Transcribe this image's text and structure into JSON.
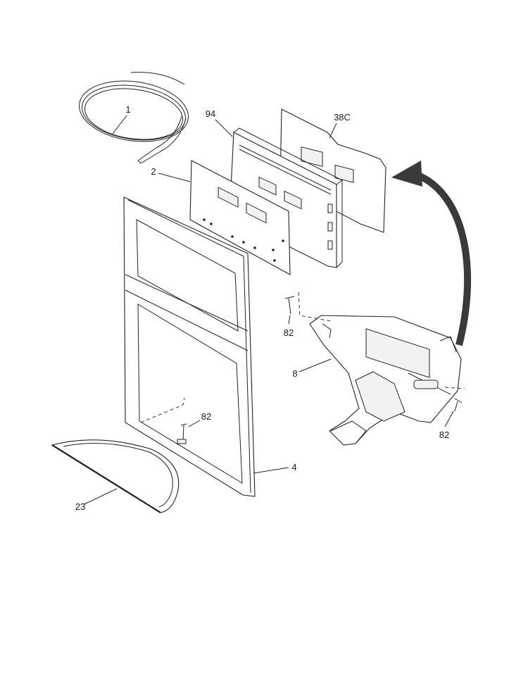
{
  "labels": {
    "tubing": "1",
    "overlay": "2",
    "control_board": "94",
    "board_cover": "38C",
    "screw_top": "82",
    "dispenser_housing": "8",
    "screw_right": "82",
    "screw_center": "82",
    "frame": "4",
    "drip_tray": "23"
  },
  "colors": {
    "ink": "#1a1a1a",
    "arrow": "#3a3a3a",
    "paper": "#ffffff"
  }
}
